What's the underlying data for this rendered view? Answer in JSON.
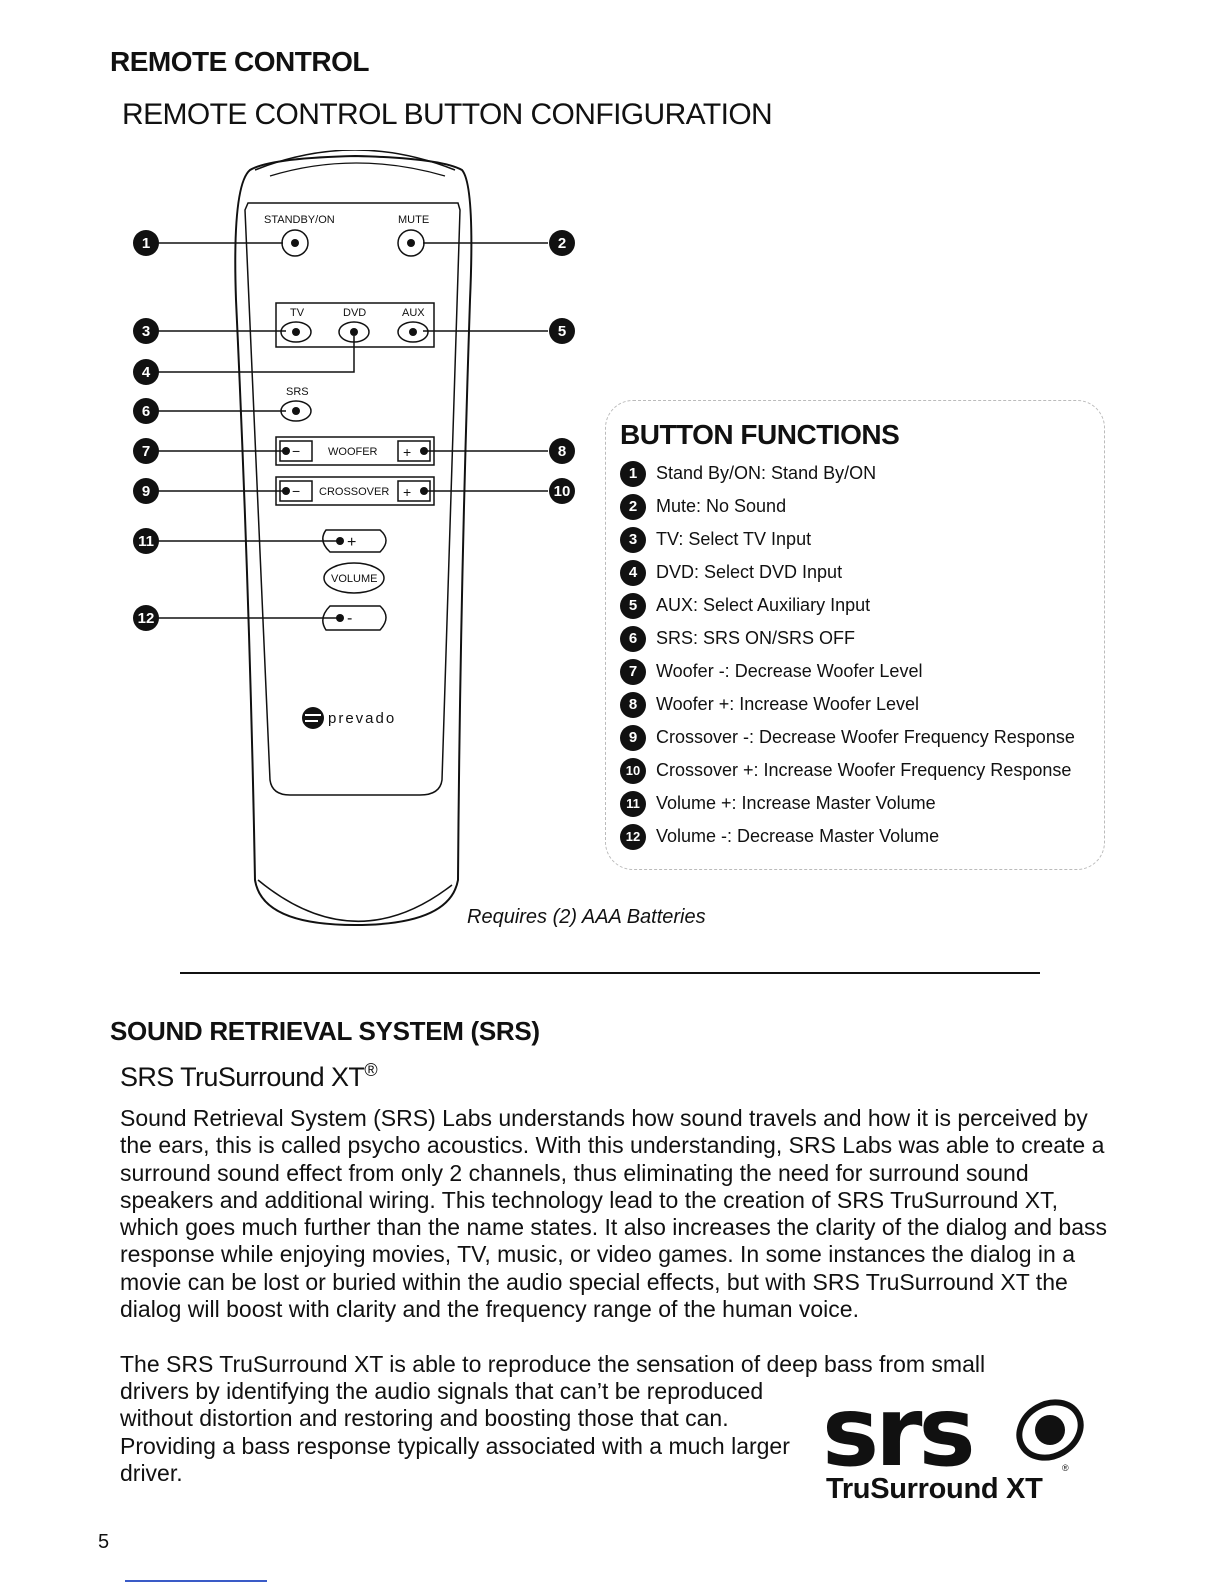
{
  "header": {
    "section_title": "REMOTE CONTROL",
    "subsection_title": "REMOTE CONTROL BUTTON CONFIGURATION"
  },
  "remote": {
    "labels": {
      "standby": "STANDBY/ON",
      "mute": "MUTE",
      "tv": "TV",
      "dvd": "DVD",
      "aux": "AUX",
      "srs": "SRS",
      "woofer": "WOOFER",
      "crossover": "CROSSOVER",
      "volume": "VOLUME",
      "brand": "prevado"
    },
    "callouts": [
      "1",
      "2",
      "3",
      "4",
      "5",
      "6",
      "7",
      "8",
      "9",
      "10",
      "11",
      "12"
    ]
  },
  "functions": {
    "title": "BUTTON FUNCTIONS",
    "items": [
      {
        "num": "1",
        "text": "Stand By/ON: Stand By/ON"
      },
      {
        "num": "2",
        "text": "Mute: No Sound"
      },
      {
        "num": "3",
        "text": "TV: Select TV Input"
      },
      {
        "num": "4",
        "text": "DVD: Select DVD Input"
      },
      {
        "num": "5",
        "text": "AUX: Select Auxiliary Input"
      },
      {
        "num": "6",
        "text": "SRS: SRS ON/SRS OFF"
      },
      {
        "num": "7",
        "text": "Woofer -: Decrease Woofer Level"
      },
      {
        "num": "8",
        "text": "Woofer +: Increase Woofer Level"
      },
      {
        "num": "9",
        "text": "Crossover -: Decrease Woofer Frequency Response"
      },
      {
        "num": "10",
        "text": "Crossover +:  Increase Woofer Frequency  Response"
      },
      {
        "num": "11",
        "text": "Volume +: Increase Master Volume"
      },
      {
        "num": "12",
        "text": "Volume -: Decrease Master Volume"
      }
    ],
    "batteries_note": "Requires (2) AAA Batteries"
  },
  "srs_section": {
    "title": "SOUND RETRIEVAL SYSTEM (SRS)",
    "subtitle": "SRS TruSurround XT",
    "subtitle_mark": "®",
    "paragraph1": "Sound Retrieval System (SRS) Labs understands how sound travels and how it is perceived by the ears, this is called psycho acoustics. With this understanding, SRS Labs was able to create a surround sound effect from only 2 channels, thus eliminating the need for surround sound speakers and additional wiring. This technology lead to the creation of SRS TruSurround XT, which goes much further than the name states. It also increases the clarity of the dialog and bass response while enjoying movies, TV, music, or video games. In some instances the dialog in a movie can be lost or buried within the audio special effects, but with SRS TruSurround XT the dialog will boost with clarity and the frequency range of the human voice.",
    "paragraph2_line1": "The SRS TruSurround XT is able to reproduce the sensation of deep bass from small",
    "paragraph2_rest": "drivers by identifying the audio signals that can’t be reproduced without distortion and restoring and boosting those that can. Providing a bass response typically associated with a much larger driver.",
    "logo": {
      "wordmark": "srs",
      "tagline": "TruSurround XT"
    }
  },
  "footer": {
    "page_number": "5"
  }
}
